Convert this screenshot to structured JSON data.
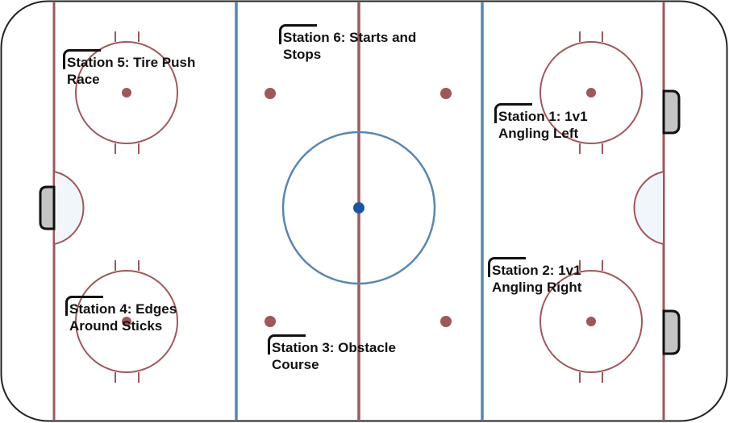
{
  "stations": [
    {
      "id": "station-5",
      "lines": [
        "Station 5:  Tire Push",
        "Race"
      ]
    },
    {
      "id": "station-6",
      "lines": [
        "Station 6:  Starts and",
        "Stops"
      ]
    },
    {
      "id": "station-1",
      "lines": [
        "Station 1:  1v1",
        "Angling Left"
      ]
    },
    {
      "id": "station-2",
      "lines": [
        "Station 2:  1v1",
        "Angling Right"
      ]
    },
    {
      "id": "station-4",
      "lines": [
        "Station 4:  Edges",
        "Around Sticks"
      ]
    },
    {
      "id": "station-3",
      "lines": [
        "Station 3:  Obstacle",
        "Course"
      ]
    }
  ],
  "colors": {
    "red_line": "#a0575a",
    "blue_line": "#5a86ad",
    "center_dot": "#1d55a0",
    "crease_fill": "#f1f6fb",
    "net_fill": "#c4c4c4",
    "boards": "#222222"
  }
}
